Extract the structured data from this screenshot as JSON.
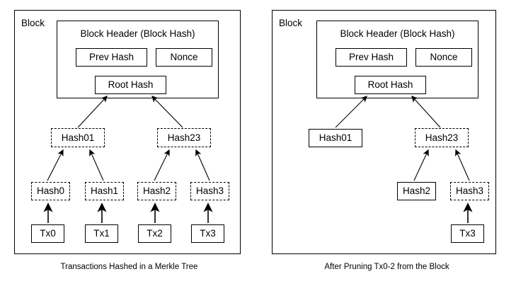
{
  "figure": {
    "background_color": "#ffffff",
    "line_color": "#000000",
    "panels": [
      {
        "id": "left",
        "block_label": "Block",
        "caption": "Transactions Hashed in a Merkle Tree",
        "header": {
          "title": "Block Header (Block Hash)",
          "fields": [
            {
              "label": "Prev Hash",
              "style": "solid"
            },
            {
              "label": "Nonce",
              "style": "solid"
            },
            {
              "label": "Root Hash",
              "style": "solid"
            }
          ]
        },
        "tree": {
          "level_inner_hashes": [
            {
              "label": "Hash01",
              "style": "dashed"
            },
            {
              "label": "Hash23",
              "style": "dashed"
            }
          ],
          "level_leaf_hashes": [
            {
              "label": "Hash0",
              "style": "dashed"
            },
            {
              "label": "Hash1",
              "style": "dashed"
            },
            {
              "label": "Hash2",
              "style": "dashed"
            },
            {
              "label": "Hash3",
              "style": "dashed"
            }
          ],
          "level_transactions": [
            {
              "label": "Tx0",
              "style": "solid"
            },
            {
              "label": "Tx1",
              "style": "solid"
            },
            {
              "label": "Tx2",
              "style": "solid"
            },
            {
              "label": "Tx3",
              "style": "solid"
            }
          ]
        }
      },
      {
        "id": "right",
        "block_label": "Block",
        "caption": "After Pruning Tx0-2 from the Block",
        "header": {
          "title": "Block Header (Block Hash)",
          "fields": [
            {
              "label": "Prev Hash",
              "style": "solid"
            },
            {
              "label": "Nonce",
              "style": "solid"
            },
            {
              "label": "Root Hash",
              "style": "solid"
            }
          ]
        },
        "tree": {
          "level_inner_hashes": [
            {
              "label": "Hash01",
              "style": "solid"
            },
            {
              "label": "Hash23",
              "style": "dashed"
            }
          ],
          "level_leaf_hashes": [
            {
              "label": "Hash2",
              "style": "solid"
            },
            {
              "label": "Hash3",
              "style": "dashed"
            }
          ],
          "level_transactions": [
            {
              "label": "Tx3",
              "style": "solid"
            }
          ]
        }
      }
    ]
  }
}
